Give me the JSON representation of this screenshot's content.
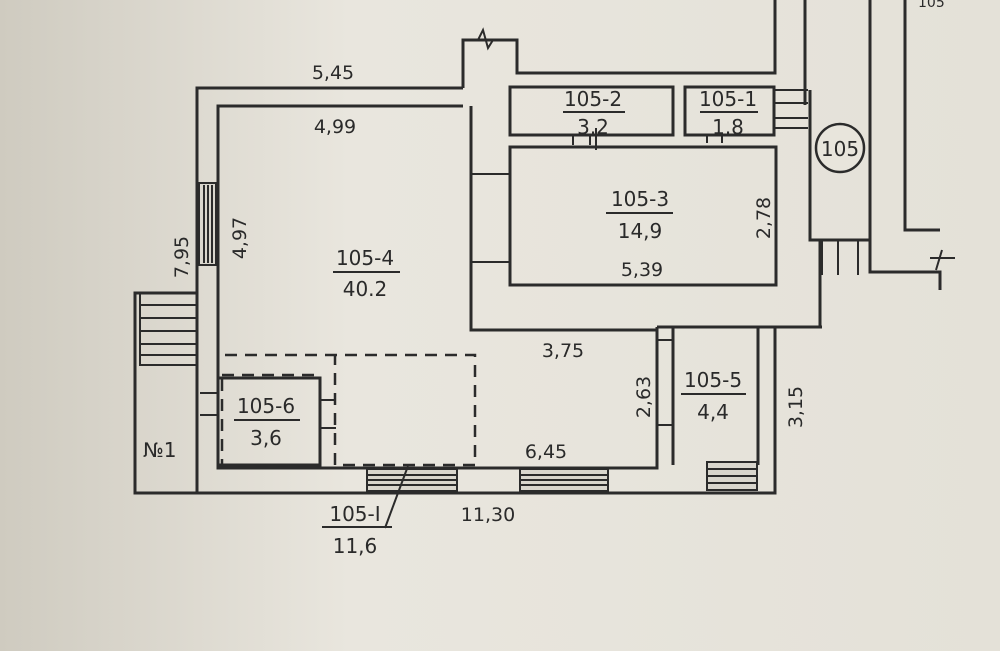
{
  "plan": {
    "circle_label": "105",
    "corner_fragment": "105",
    "entrance_label": "№1",
    "rooms": [
      {
        "id": "105-1",
        "area": "1.8"
      },
      {
        "id": "105-2",
        "area": "3.2"
      },
      {
        "id": "105-3",
        "area": "14,9"
      },
      {
        "id": "105-4",
        "area": "40.2"
      },
      {
        "id": "105-5",
        "area": "4,4"
      },
      {
        "id": "105-6",
        "area": "3,6"
      },
      {
        "id": "105-I",
        "area": "11,6"
      }
    ],
    "dimensions": {
      "top_outer": "5,45",
      "top_inner": "4,99",
      "left_outer": "7,95",
      "left_inner": "4,97",
      "room3_height": "2,78",
      "room3_width": "5,39",
      "mid_width": "3,75",
      "room5_wall": "2,63",
      "right_height": "3,15",
      "bottom_inner": "6,45",
      "bottom_outer": "11,30"
    }
  }
}
